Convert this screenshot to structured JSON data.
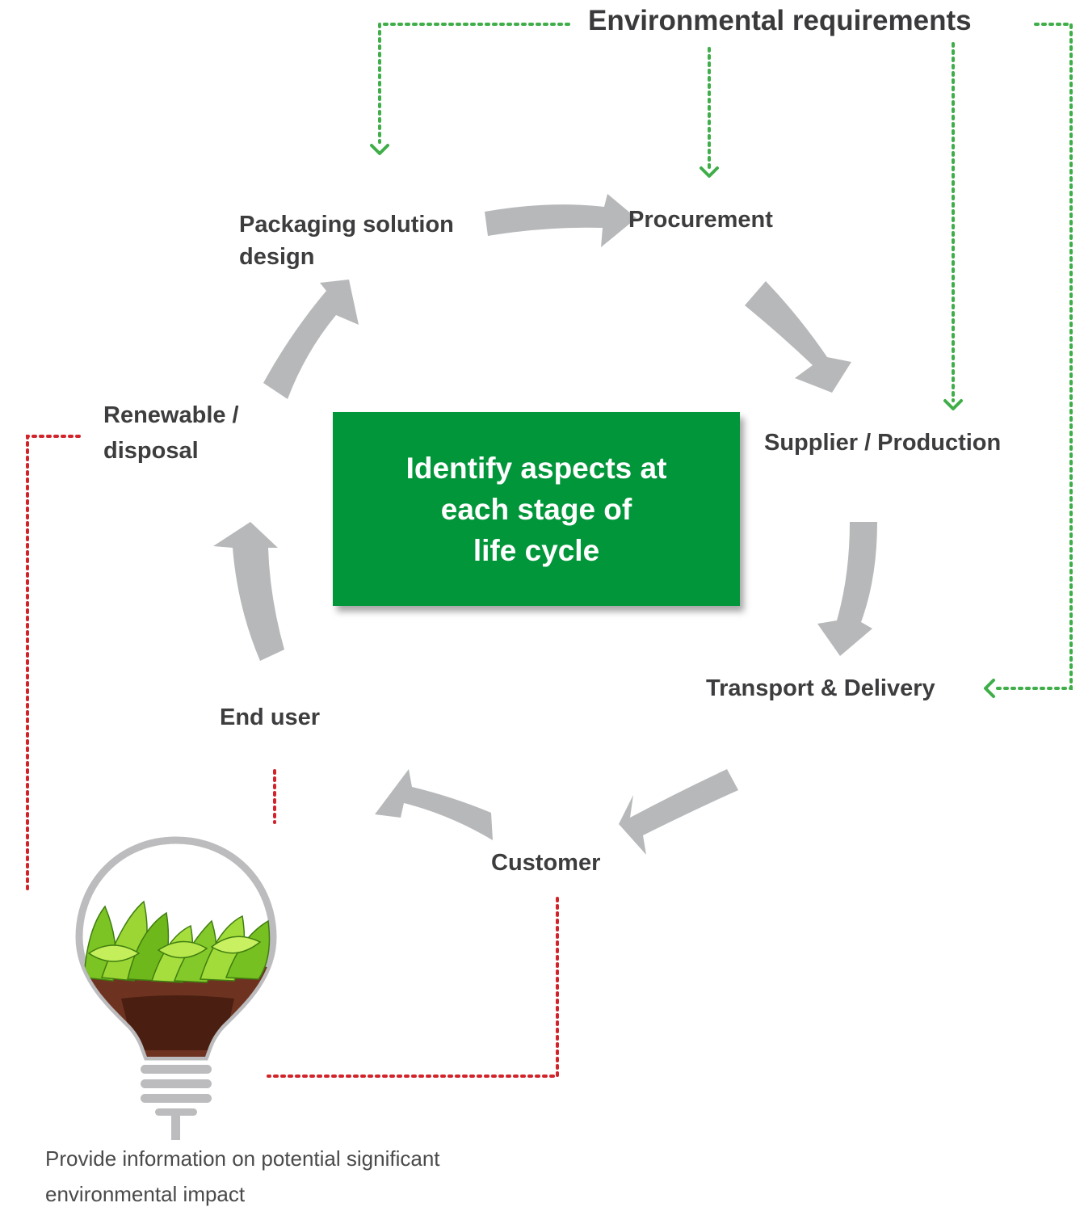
{
  "title": "Environmental requirements",
  "center_box": {
    "lines": [
      "Identify aspects at",
      "each stage of",
      "life cycle"
    ]
  },
  "stages": {
    "packaging_line1": "Packaging solution",
    "packaging_line2": "design",
    "procurement": "Procurement",
    "supplier": "Supplier / Production",
    "transport": "Transport & Delivery",
    "customer": "Customer",
    "end_user": "End user",
    "renewable_line1": "Renewable /",
    "renewable_line2": "disposal"
  },
  "caption": {
    "line1": "Provide information on potential significant",
    "line2": "environmental impact"
  },
  "colors": {
    "arrow_gray": "#b6b8ba",
    "green_dotted": "#3fae49",
    "red_dotted": "#d2232a",
    "box_green": "#02963a",
    "label_text": "#3d3d3f"
  },
  "icons": [
    "lightbulb-plant-icon"
  ]
}
